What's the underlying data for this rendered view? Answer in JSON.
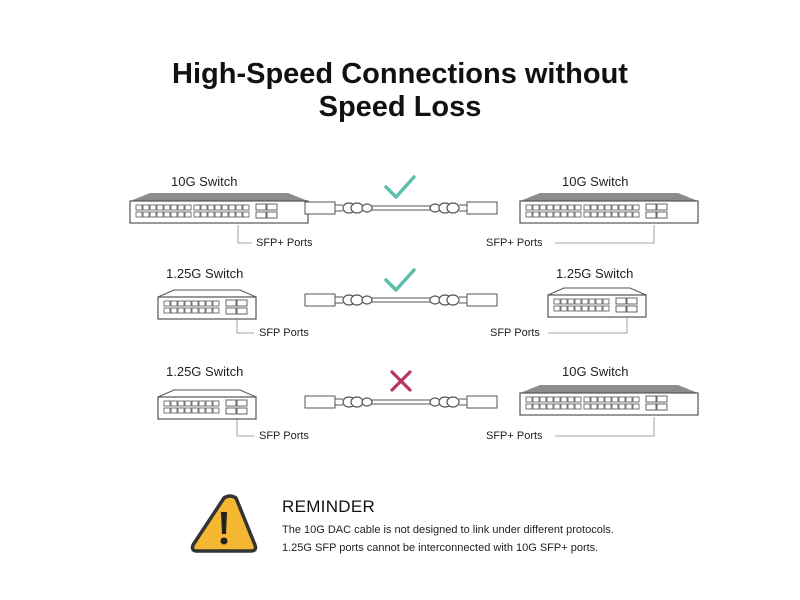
{
  "title": {
    "line1": "High-Speed Connections without",
    "line2": "Speed Loss"
  },
  "rows": [
    {
      "left_switch": "10G Switch",
      "left_ports": "SFP+ Ports",
      "right_switch": "10G Switch",
      "right_ports": "SFP+ Ports",
      "status": "check",
      "status_color": "#5bbfa9"
    },
    {
      "left_switch": "1.25G Switch",
      "left_ports": "SFP Ports",
      "right_switch": "1.25G Switch",
      "right_ports": "SFP Ports",
      "status": "check",
      "status_color": "#5bbfa9"
    },
    {
      "left_switch": "1.25G Switch",
      "left_ports": "SFP Ports",
      "right_switch": "10G Switch",
      "right_ports": "SFP+ Ports",
      "status": "cross",
      "status_color": "#b5365e"
    }
  ],
  "reminder": {
    "heading": "REMINDER",
    "line1": "The 10G DAC cable is not designed to link under different protocols.",
    "line2": "1.25G SFP ports cannot be interconnected with 10G SFP+ ports.",
    "icon": "warning-icon",
    "icon_color": "#f5b731"
  }
}
